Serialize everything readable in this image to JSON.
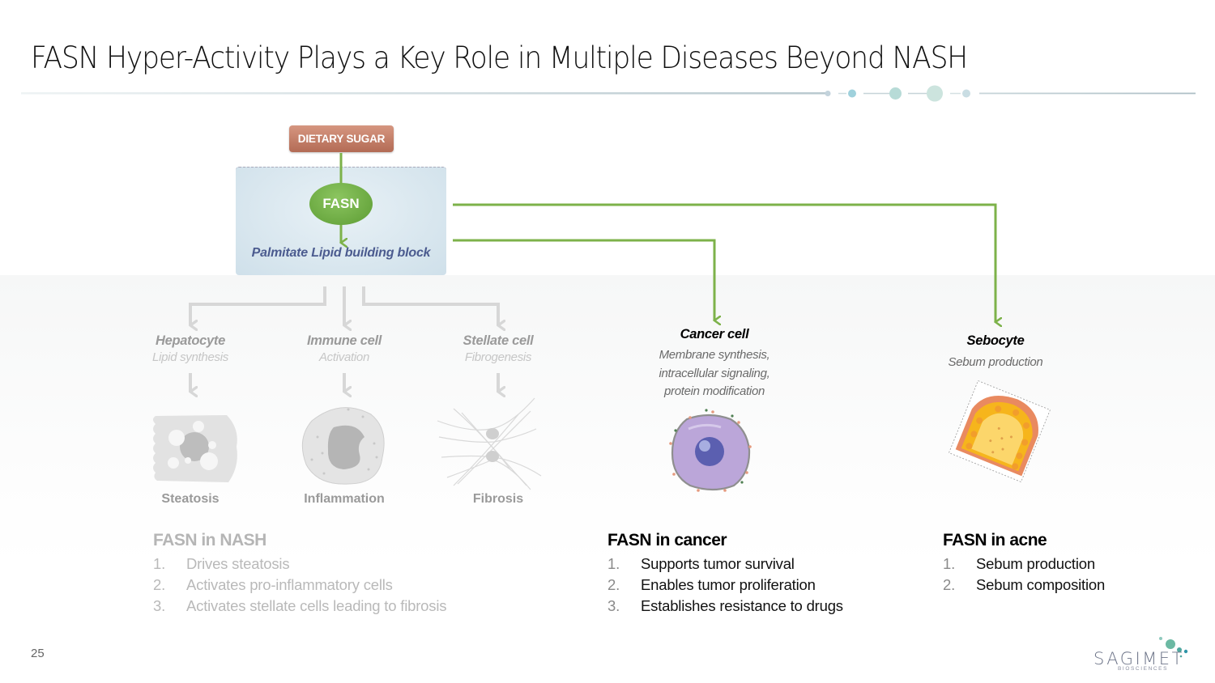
{
  "slide": {
    "title": "FASN Hyper-Activity Plays a Key Role in Multiple Diseases Beyond NASH",
    "page_number": "25"
  },
  "colors": {
    "accent_green": "#7db24a",
    "faded_gray": "#d3d3d3",
    "sugar_box": "#c07a62",
    "title_text": "#111111",
    "header_dots": [
      "#c3d3dc",
      "#9fd1dc",
      "#b7dbd7",
      "#cce4de",
      "#c9dde3"
    ]
  },
  "diagram": {
    "source": "DIETARY SUGAR",
    "enzyme": "FASN",
    "product": "Palmitate Lipid building block",
    "nash_cells": [
      {
        "name": "Hepatocyte",
        "process": "Lipid synthesis",
        "outcome": "Steatosis",
        "icon": "hepatocyte-icon"
      },
      {
        "name": "Immune cell",
        "process": "Activation",
        "outcome": "Inflammation",
        "icon": "immune-cell-icon"
      },
      {
        "name": "Stellate cell",
        "process": "Fibrogenesis",
        "outcome": "Fibrosis",
        "icon": "stellate-cell-icon"
      }
    ],
    "cancer_cell": {
      "name": "Cancer cell",
      "process_lines": [
        "Membrane synthesis,",
        "intracellular signaling,",
        "protein modification"
      ],
      "icon": "cancer-cell-icon"
    },
    "sebocyte": {
      "name": "Sebocyte",
      "process": "Sebum production",
      "icon": "sebaceous-gland-icon"
    }
  },
  "lists": {
    "nash": {
      "title": "FASN in NASH",
      "items": [
        {
          "num": "1.",
          "text": "Drives steatosis"
        },
        {
          "num": "2.",
          "text": "Activates pro-inflammatory cells"
        },
        {
          "num": "3.",
          "text": "Activates stellate cells leading to fibrosis"
        }
      ]
    },
    "cancer": {
      "title": "FASN in cancer",
      "items": [
        {
          "num": "1.",
          "text": "Supports tumor survival"
        },
        {
          "num": "2.",
          "text": "Enables tumor proliferation"
        },
        {
          "num": "3.",
          "text": "Establishes resistance to drugs"
        }
      ]
    },
    "acne": {
      "title": "FASN in acne",
      "items": [
        {
          "num": "1.",
          "text": "Sebum production"
        },
        {
          "num": "2.",
          "text": "Sebum composition"
        }
      ]
    }
  },
  "logo": {
    "name": "SAGIMET",
    "subtitle": "BIOSCIENCES"
  }
}
